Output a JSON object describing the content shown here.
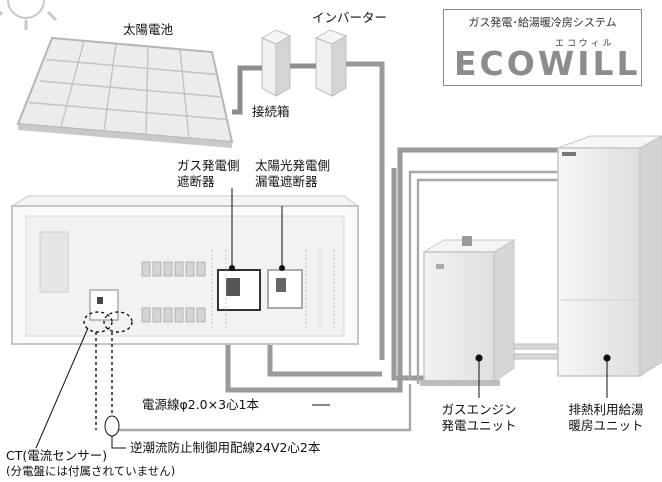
{
  "labels": {
    "solar_panel": "太陽電池",
    "inverter": "インバーター",
    "junction_box": "接続箱",
    "gas_breaker_line1": "ガス発電側",
    "gas_breaker_line2": "遮断器",
    "solar_breaker_line1": "太陽光発電側",
    "solar_breaker_line2": "漏電遮断器",
    "power_cable": "電源線φ2.0×3心1本",
    "control_cable": "逆潮流防止制御用配線24V2心2本",
    "ct_line1": "CT(電流センサー)",
    "ct_line2": "(分電盤には付属されていません)",
    "gas_engine_line1": "ガスエンジン",
    "gas_engine_line2": "発電ユニット",
    "exhaust_heat_line1": "排熱利用給湯",
    "exhaust_heat_line2": "暖房ユニット"
  },
  "logo": {
    "subtitle": "ガス発電･給湯暖冷房システム",
    "kana": "エコウィル",
    "wordmark": "ECOWILL"
  },
  "colors": {
    "cable": "#8d8d8d",
    "panel_frame": "#d8d8d8",
    "logo_gray": "#8c8c8c"
  }
}
